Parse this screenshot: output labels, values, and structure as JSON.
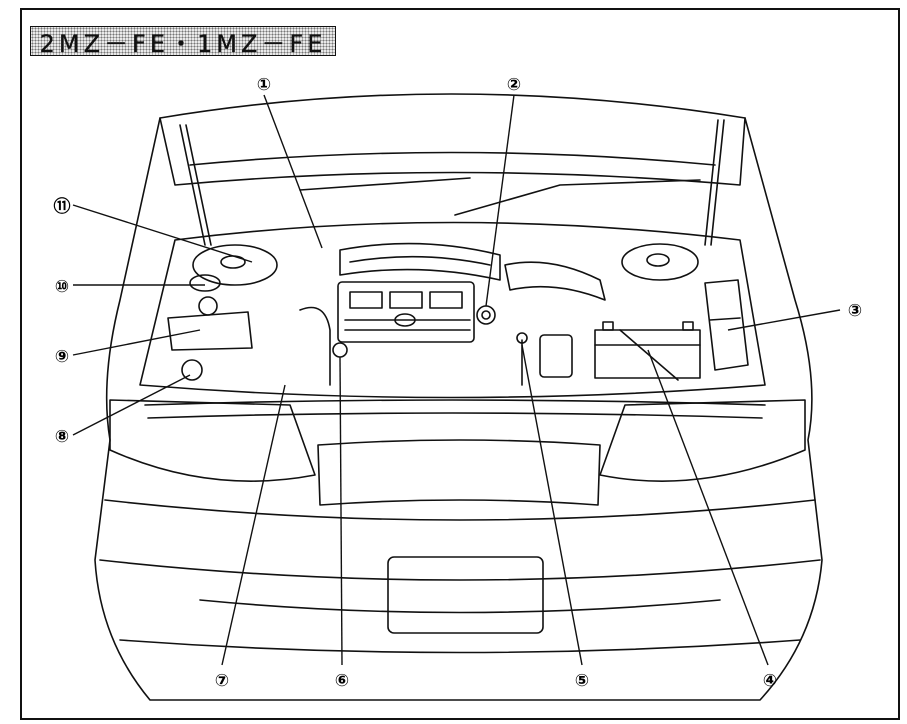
{
  "title": "2MZ－FE・1MZ－FE",
  "callouts": [
    "①",
    "②",
    "③",
    "④",
    "⑤",
    "⑥",
    "⑦",
    "⑧",
    "⑨",
    "⑩",
    "⑪"
  ],
  "colors": {
    "line": "#111111",
    "background": "#ffffff",
    "title_fill": "#e9e9e9"
  }
}
